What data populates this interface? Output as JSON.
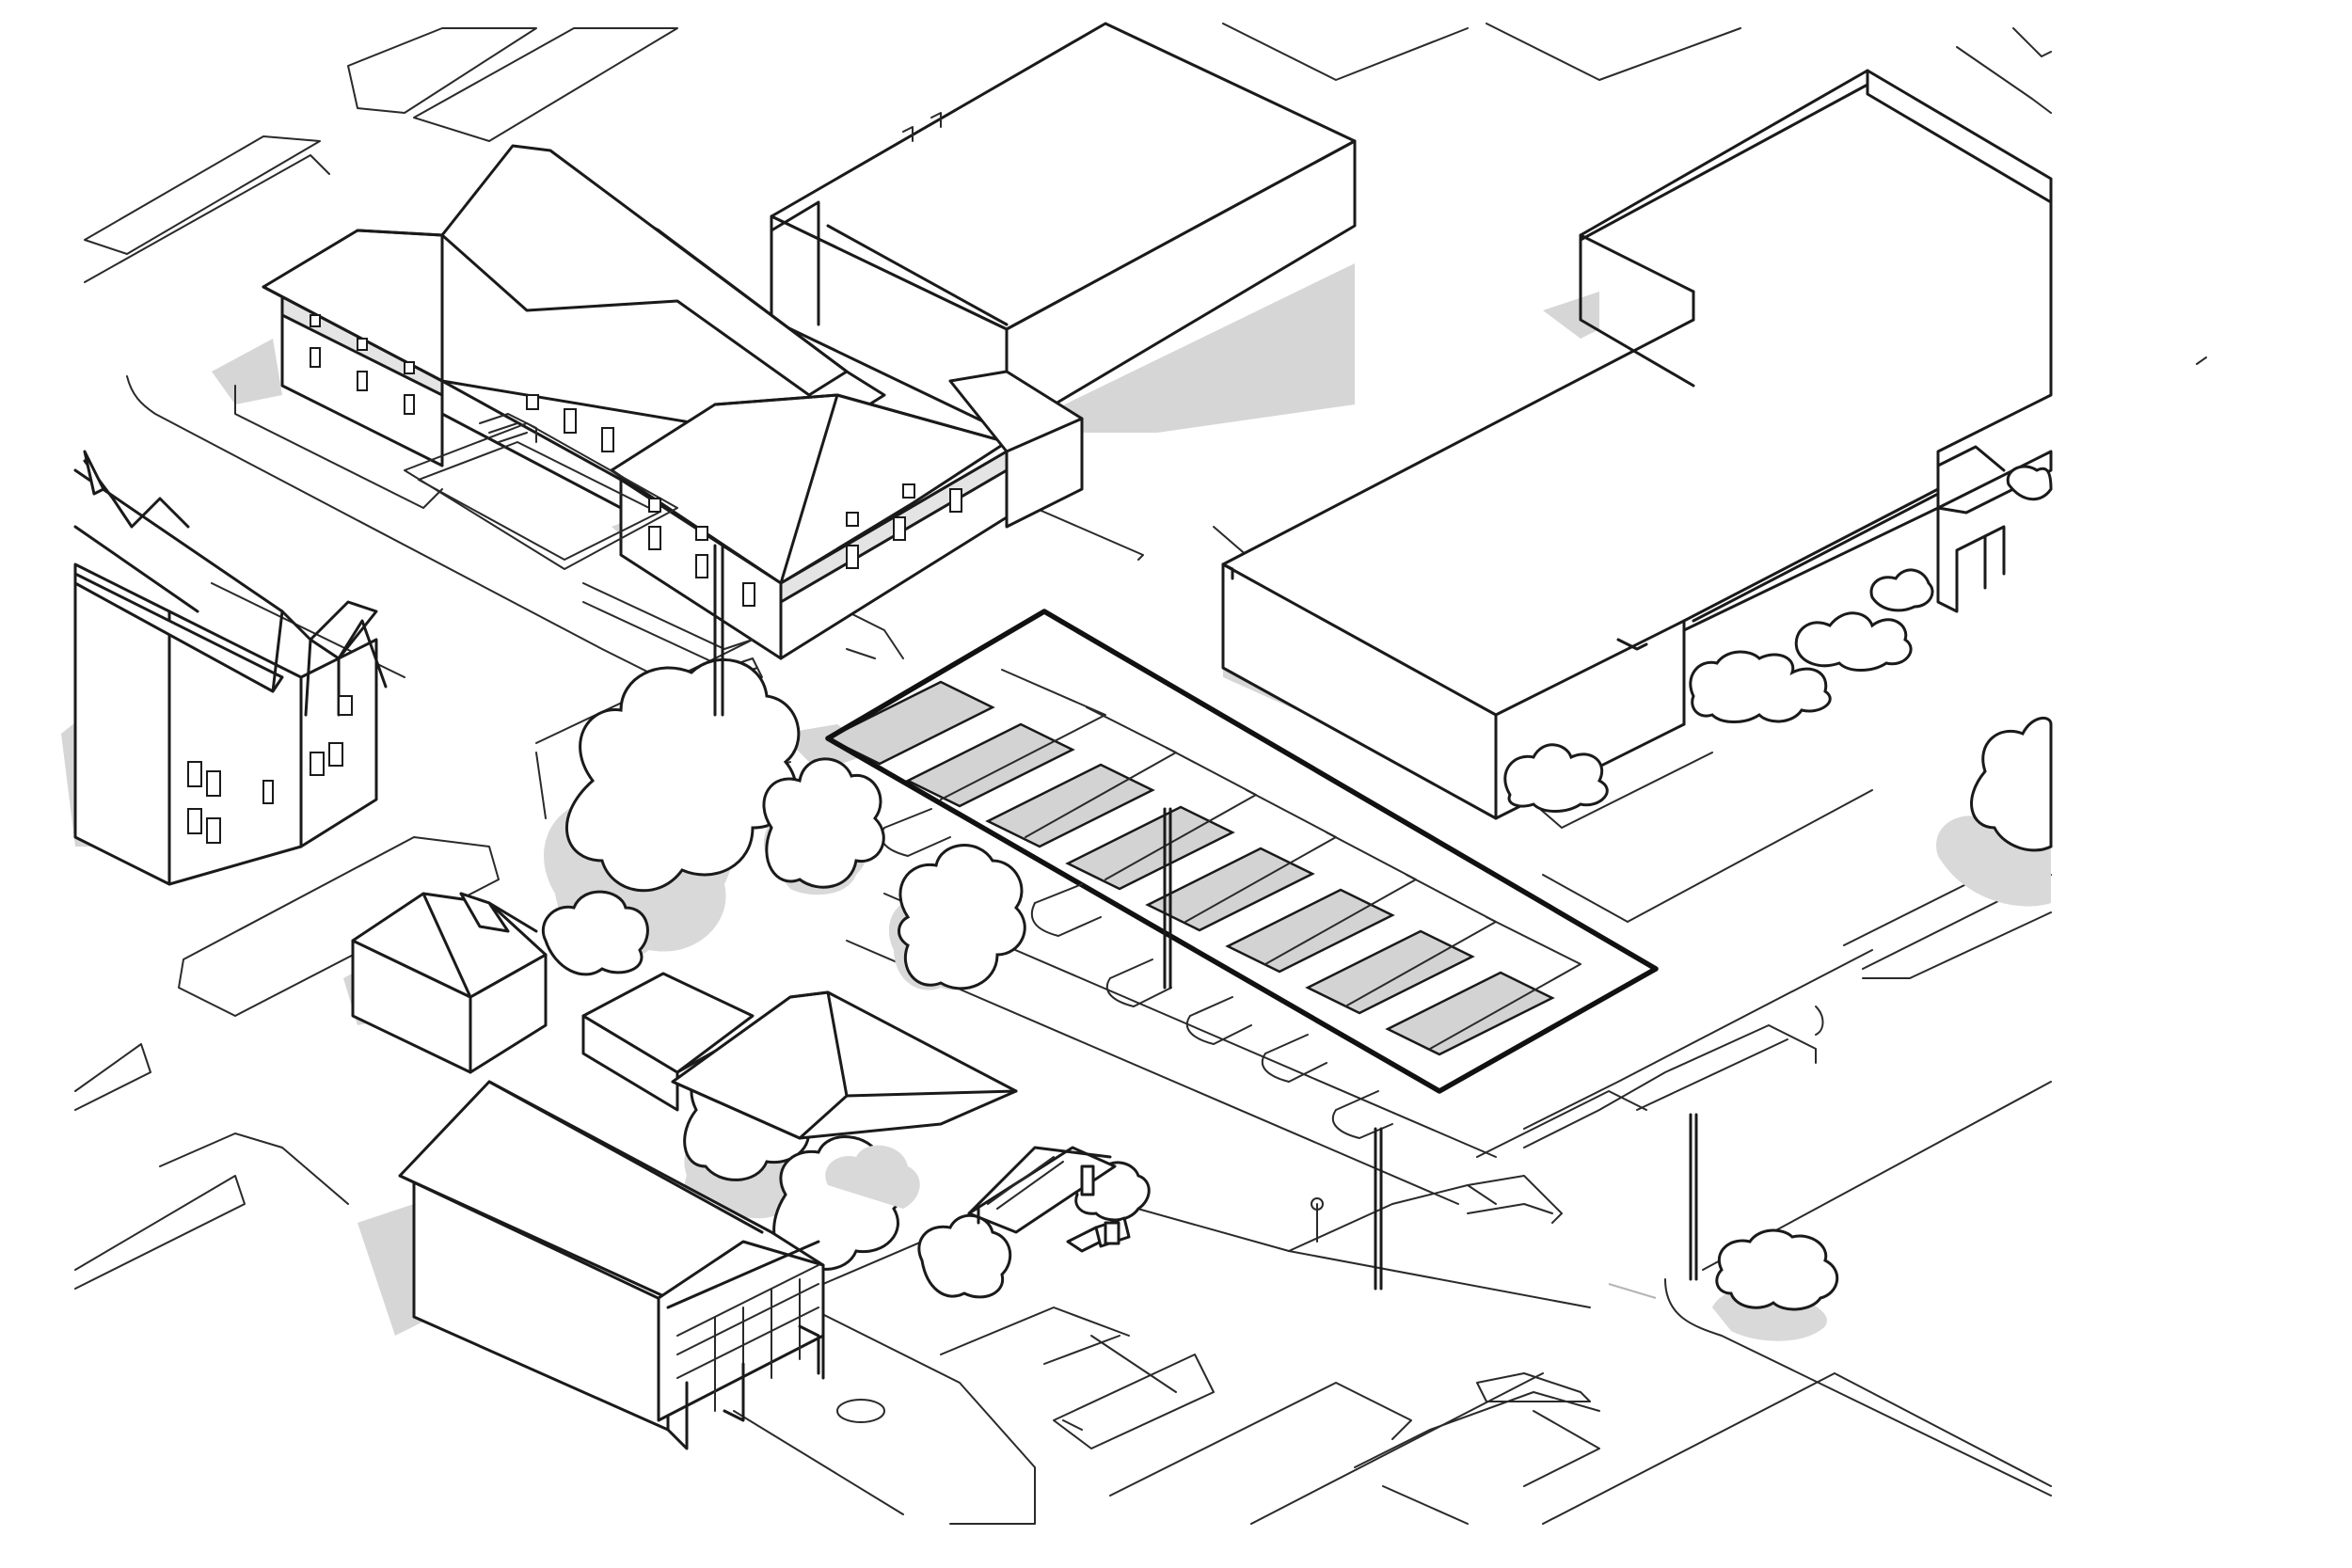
{
  "illustration": {
    "style": "isometric line drawing",
    "palette": {
      "line": "#1a1a1a",
      "shadow": "#d6d6d6",
      "parking_stall": "#d3d3d3",
      "background": "#ffffff"
    },
    "highlighted_parcel": {
      "outline": "bold",
      "parking_stalls": 8,
      "divider_lines": 7
    },
    "light_poles": 4
  }
}
